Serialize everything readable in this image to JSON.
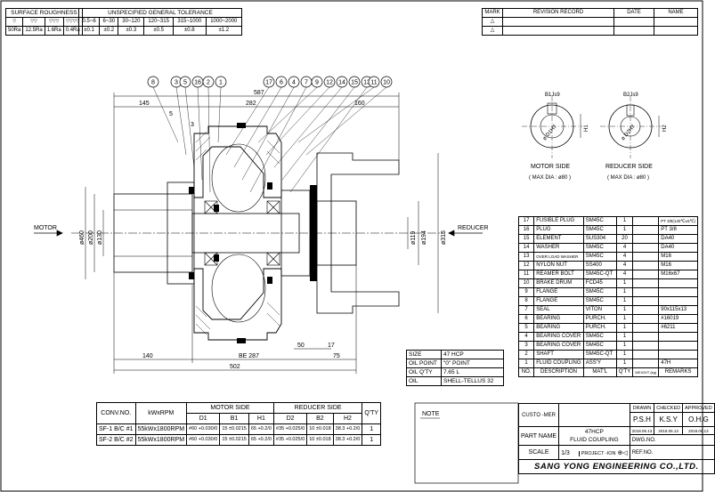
{
  "surface_roughness": {
    "title": "SURFACE ROUGHNESS",
    "symbols": [
      "▽",
      "▽▽",
      "▽▽▽",
      "▽▽▽▽"
    ],
    "values": [
      "50Ra",
      "12.5Ra",
      "1.6Ra",
      "0.4Ra"
    ]
  },
  "tolerance": {
    "title": "UNSPECIFIED GENERAL TOLERANCE",
    "ranges": [
      "0.5~6",
      "6~30",
      "30~120",
      "120~315",
      "315~1000",
      "1000~2000"
    ],
    "values": [
      "±0.1",
      "±0.2",
      "±0.3",
      "±0.5",
      "±0.8",
      "±1.2"
    ]
  },
  "revision": {
    "mark": "MARK",
    "record": "REVISION RECORD",
    "date": "DATE",
    "name": "NAME"
  },
  "drawing": {
    "motor_label": "MOTOR",
    "reducer_label": "REDUCER",
    "dims": {
      "overall": "587",
      "left_top": "145",
      "mid_top": "282",
      "right_top": "160",
      "d5": "5",
      "d3": "3",
      "dia460": "ø460",
      "dia200": "ø200",
      "dia130": "ø130",
      "dia119": "ø119",
      "dia194": "ø194",
      "dia315": "ø315",
      "d50": "50",
      "d17": "17",
      "d140": "140",
      "be287": "BE 287",
      "d75": "75",
      "d502": "502"
    },
    "balloons": [
      "8",
      "3",
      "5",
      "16",
      "2",
      "1",
      "17",
      "6",
      "4",
      "7",
      "9",
      "12",
      "14",
      "15",
      "13",
      "11",
      "10"
    ]
  },
  "motor_side": {
    "label": "MOTOR SIDE",
    "max": "( MAX DIA : ø80 )",
    "key": "B1Js9",
    "h": "H1",
    "d": "ø D1H7"
  },
  "reducer_side": {
    "label": "REDUCER SIDE",
    "max": "( MAX DIA : ø80 )",
    "key": "B2Js9",
    "h": "H2",
    "d": "ø D2H7"
  },
  "parts": [
    {
      "no": "17",
      "desc": "FUSIBLE PLUG",
      "mat": "SM45C",
      "qty": "1",
      "rem": "PT 3/8(140℃±5℃)"
    },
    {
      "no": "16",
      "desc": "PLUG",
      "mat": "SM45C",
      "qty": "1",
      "rem": "PT 3/8"
    },
    {
      "no": "15",
      "desc": "ELEMENT",
      "mat": "SUS304",
      "qty": "20",
      "rem": "DA40"
    },
    {
      "no": "14",
      "desc": "WASHER",
      "mat": "SM45C",
      "qty": "4",
      "rem": "DA40"
    },
    {
      "no": "13",
      "desc": "OVER LOAD WASHER",
      "mat": "SM45C",
      "qty": "4",
      "rem": "M16"
    },
    {
      "no": "12",
      "desc": "NYLON NUT",
      "mat": "SS400",
      "qty": "4",
      "rem": "M16"
    },
    {
      "no": "11",
      "desc": "REAMER BOLT",
      "mat": "SM45C-QT",
      "qty": "4",
      "rem": "M16x67"
    },
    {
      "no": "10",
      "desc": "BRAKE DRUM",
      "mat": "FCD45",
      "qty": "1",
      "rem": ""
    },
    {
      "no": "9",
      "desc": "FLANGE",
      "mat": "SM45C",
      "qty": "1",
      "rem": ""
    },
    {
      "no": "8",
      "desc": "FLANGE",
      "mat": "SM45C",
      "qty": "1",
      "rem": ""
    },
    {
      "no": "7",
      "desc": "SEAL",
      "mat": "VITON",
      "qty": "1",
      "rem": "90x115x13"
    },
    {
      "no": "6",
      "desc": "BEARING",
      "mat": "PURCH.",
      "qty": "1",
      "rem": "#16019"
    },
    {
      "no": "5",
      "desc": "BEARING",
      "mat": "PURCH.",
      "qty": "1",
      "rem": "#6211"
    },
    {
      "no": "4",
      "desc": "BEARING COVER",
      "mat": "SM45C",
      "qty": "1",
      "rem": ""
    },
    {
      "no": "3",
      "desc": "BEARING COVER",
      "mat": "SM45C",
      "qty": "1",
      "rem": ""
    },
    {
      "no": "2",
      "desc": "SHAFT",
      "mat": "SM45C-QT",
      "qty": "1",
      "rem": ""
    },
    {
      "no": "1",
      "desc": "FLUID COUPLING",
      "mat": "ASS'Y",
      "qty": "1",
      "rem": "47H"
    }
  ],
  "parts_header": {
    "no": "NO.",
    "desc": "DESCRIPTION",
    "mat": "MAT'L",
    "qty": "Q'TY",
    "weight": "WEIGHT (kg)",
    "rem": "REMARKS"
  },
  "title_block": {
    "customer_label": "CUSTO -MER",
    "drawn": "DRAWN",
    "checked": "CHECKED",
    "approved": "APPROVED",
    "drawn_by": "P.S.H",
    "checked_by": "K.S.Y",
    "approved_by": "O.H.G",
    "drawn_date": "2018.06.13",
    "checked_date": "2018.06.13",
    "approved_date": "2018.06.13",
    "part_name_label": "PART NAME",
    "part_name_1": "47HCP",
    "part_name_2": "FLUID COUPLING",
    "dwg_label": "DWG.NO.",
    "scale_label": "SCALE",
    "scale": "1/3",
    "projection_label": "PROJECT -ION",
    "ref_label": "REF.NO.",
    "company": "SANG YONG ENGINEERING CO.,LTD."
  },
  "oil": {
    "rows": [
      {
        "k": "SIZE",
        "v": "47 HCP"
      },
      {
        "k": "OIL POINT",
        "v": "\"0\" POINT"
      },
      {
        "k": "OIL Q'TY",
        "v": "7.65 L"
      },
      {
        "k": "OIL",
        "v": "SHELL-TELLUS 32"
      }
    ]
  },
  "note_label": "NOTE",
  "conv": {
    "h_conv": "CONV.NO.",
    "h_kw": "kWxRPM",
    "h_motor": "MOTOR SIDE",
    "h_reducer": "REDUCER SIDE",
    "h_qty": "Q'TY",
    "sub": [
      "D1",
      "B1",
      "H1",
      "D2",
      "B2",
      "H2"
    ],
    "rows": [
      {
        "conv": "SF-1 B/C #1",
        "kw": "55kWx1800RPM",
        "d1": "#60 +0.030/0",
        "b1": "15 ±0.0215",
        "h1": "65 +0.2/0",
        "d2": "#35 +0.025/0",
        "b2": "10 ±0.018",
        "h2": "38.3 +0.2/0",
        "qty": "1"
      },
      {
        "conv": "SF-2 B/C #2",
        "kw": "55kWx1800RPM",
        "d1": "#60 +0.030/0",
        "b1": "15 ±0.0215",
        "h1": "65 +0.2/0",
        "d2": "#35 +0.025/0",
        "b2": "10 ±0.018",
        "h2": "38.3 +0.2/0",
        "qty": "1"
      }
    ]
  }
}
